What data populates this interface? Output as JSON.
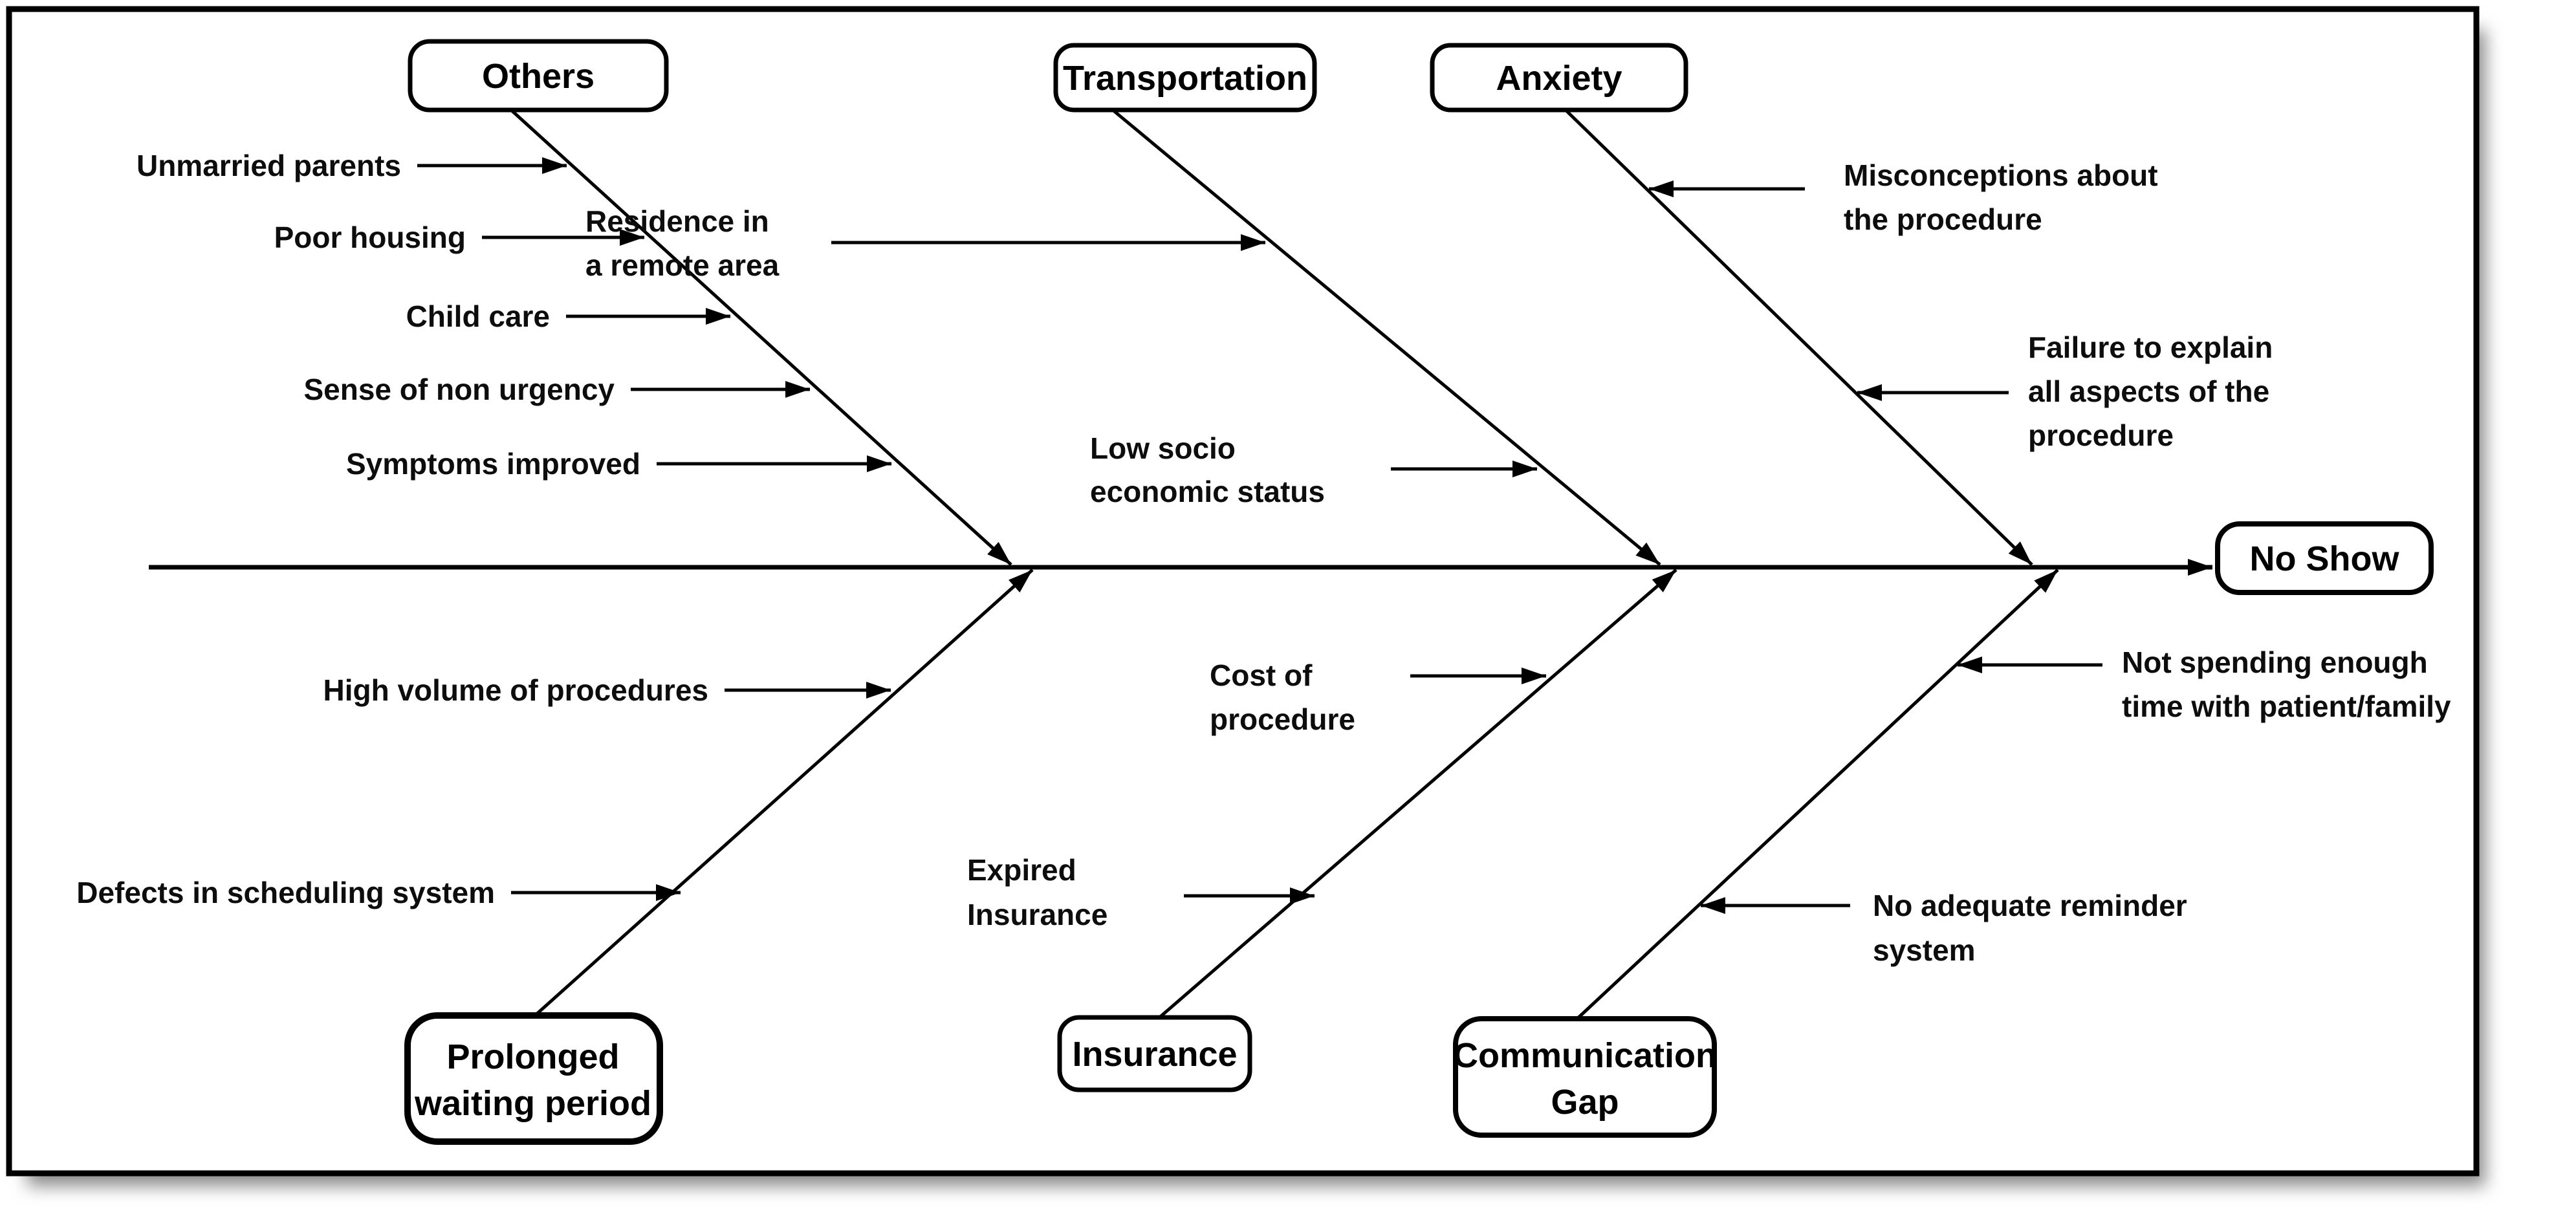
{
  "diagram": {
    "type": "fishbone",
    "effect": {
      "label": "No Show"
    },
    "categories": [
      {
        "name": "Others",
        "side": "top",
        "label_lines": [
          "Others"
        ],
        "causes": [
          {
            "lines": [
              "Unmarried parents"
            ]
          },
          {
            "lines": [
              "Poor housing"
            ]
          },
          {
            "lines": [
              "Child care"
            ]
          },
          {
            "lines": [
              "Sense of non urgency"
            ]
          },
          {
            "lines": [
              "Symptoms improved"
            ]
          }
        ]
      },
      {
        "name": "Transportation",
        "side": "top",
        "label_lines": [
          "Transportation"
        ],
        "causes": [
          {
            "lines": [
              "Residence in",
              "a remote area"
            ]
          },
          {
            "lines": [
              "Low socio",
              "economic status"
            ]
          }
        ]
      },
      {
        "name": "Anxiety",
        "side": "top",
        "label_lines": [
          "Anxiety"
        ],
        "causes": [
          {
            "lines": [
              "Misconceptions about",
              "the procedure"
            ]
          },
          {
            "lines": [
              "Failure to explain",
              "all aspects of the",
              "procedure"
            ]
          }
        ]
      },
      {
        "name": "Prolonged waiting period",
        "side": "bottom",
        "label_lines": [
          "Prolonged",
          "waiting period"
        ],
        "causes": [
          {
            "lines": [
              "High volume of procedures"
            ]
          },
          {
            "lines": [
              "Defects in scheduling system"
            ]
          }
        ]
      },
      {
        "name": "Insurance",
        "side": "bottom",
        "label_lines": [
          "Insurance"
        ],
        "causes": [
          {
            "lines": [
              "Cost of",
              "procedure"
            ]
          },
          {
            "lines": [
              "Expired",
              "Insurance"
            ]
          }
        ]
      },
      {
        "name": "Communication Gap",
        "side": "bottom",
        "label_lines": [
          "Communication",
          "Gap"
        ],
        "causes": [
          {
            "lines": [
              "Not spending enough",
              "time with patient/family"
            ]
          },
          {
            "lines": [
              "No adequate reminder",
              "system"
            ]
          }
        ]
      }
    ]
  },
  "colors": {
    "ink": "#000000",
    "background": "#ffffff",
    "shadow": "#8c8c8c"
  }
}
